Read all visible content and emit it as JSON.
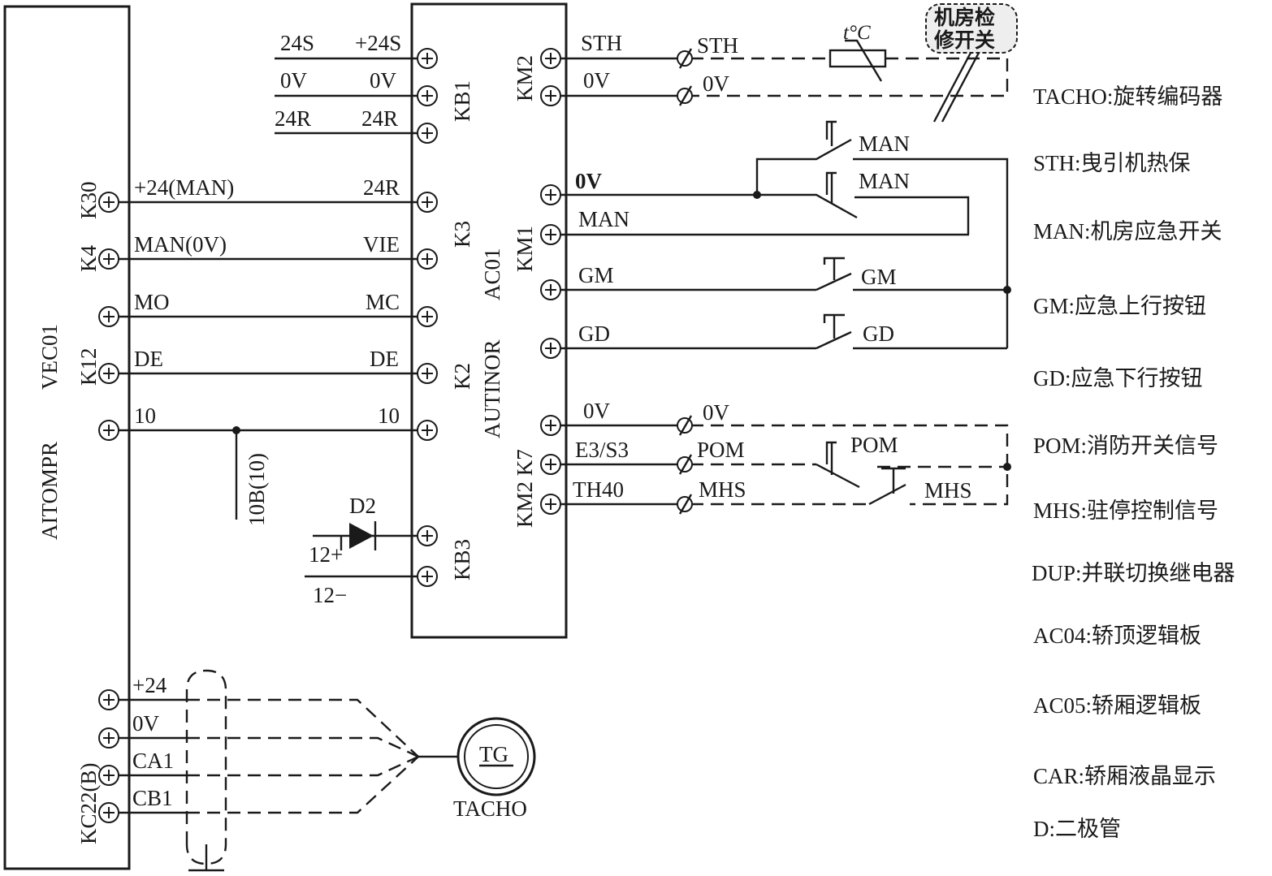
{
  "left_module": {
    "name_top": "VEC01",
    "name_bottom": "AITOMPR",
    "connectors": [
      "K30",
      "K4",
      "K12",
      "KC22(B)"
    ]
  },
  "center_module": {
    "name": "AUTINOR",
    "code": "AC01",
    "connectors": [
      "KB1",
      "K3",
      "K2",
      "KB3",
      "KM2",
      "KM1",
      "KM2 K7"
    ]
  },
  "wires_top_left": [
    {
      "left": "24S",
      "right": "+24S"
    },
    {
      "left": "0V",
      "right": "0V"
    },
    {
      "left": "24R",
      "right": "24R"
    }
  ],
  "wires_main": [
    {
      "left": "+24(MAN)",
      "right": "24R"
    },
    {
      "left": "MAN(0V)",
      "right": "VIE"
    },
    {
      "left": "MO",
      "right": "MC"
    },
    {
      "left": "DE",
      "right": "DE"
    },
    {
      "left": "10",
      "right": "10"
    }
  ],
  "branch_label": "10B(10)",
  "diode": {
    "name": "D2",
    "pos": "12+",
    "neg": "12−"
  },
  "tacho_wires": [
    "+24",
    "0V",
    "CA1",
    "CB1"
  ],
  "tacho": {
    "symbol": "TG",
    "name": "TACHO"
  },
  "right_wires_top": [
    {
      "label": "STH",
      "term": "STH"
    },
    {
      "label": "0V",
      "term": "0V"
    }
  ],
  "thermal_symbol": "t°C",
  "callout": [
    "机房检",
    "修开关"
  ],
  "km1_wires": [
    "0V",
    "MAN",
    "GM",
    "GD"
  ],
  "switch_labels": [
    "MAN",
    "MAN",
    "GM",
    "GD"
  ],
  "k7_wires": [
    {
      "label": "0V",
      "term": "0V"
    },
    {
      "label": "E3/S3",
      "term": "POM"
    },
    {
      "label": "TH40",
      "term": "MHS"
    }
  ],
  "k7_switch_labels": [
    "POM",
    "MHS"
  ],
  "legend": [
    "TACHO:旋转编码器",
    "STH:曳引机热保",
    "MAN:机房应急开关",
    "GM:应急上行按钮",
    "GD:应急下行按钮",
    "POM:消防开关信号",
    "MHS:驻停控制信号",
    "DUP:并联切换继电器",
    "AC04:轿顶逻辑板",
    "AC05:轿厢逻辑板",
    "CAR:轿厢液晶显示",
    "D:二极管"
  ]
}
